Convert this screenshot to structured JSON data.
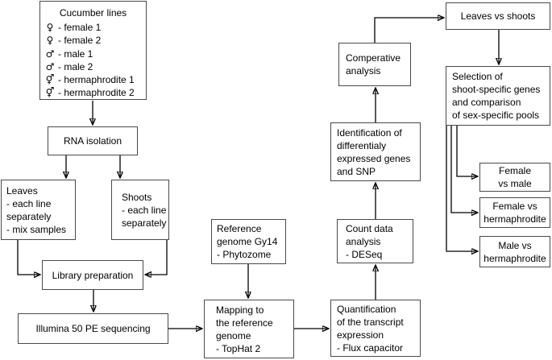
{
  "diagram": {
    "title": "Cucumber RNA-seq workflow flowchart",
    "colors": {
      "background": "#ffffff",
      "box_border": "#4a4a4a",
      "line": "#000000",
      "text": "#000000"
    },
    "nodes": {
      "cucumber_lines": {
        "title": "Cucumber lines",
        "items": [
          {
            "symbol": "♀",
            "icon": "female-icon",
            "label": "- female 1"
          },
          {
            "symbol": "♀",
            "icon": "female-icon",
            "label": "- female 2"
          },
          {
            "symbol": "♂",
            "icon": "male-icon",
            "label": "- male 1"
          },
          {
            "symbol": "♂",
            "icon": "male-icon",
            "label": "- male 2"
          },
          {
            "symbol": "⚥",
            "icon": "hermaphrodite-icon",
            "label": "- hermaphrodite 1"
          },
          {
            "symbol": "⚥",
            "icon": "hermaphrodite-icon",
            "label": "- hermaphrodite 2"
          }
        ]
      },
      "rna_isolation": {
        "label": "RNA isolation"
      },
      "leaves": {
        "label": "Leaves\n- each line\nseparately\n- mix samples"
      },
      "shoots": {
        "label": "Shoots\n- each line\nseparately"
      },
      "library_preparation": {
        "label": "Library preparation"
      },
      "illumina_sequencing": {
        "label": "Illumina 50 PE sequencing"
      },
      "reference_genome": {
        "label": "Reference\ngenome Gy14\n- Phytozome"
      },
      "mapping": {
        "label": "Mapping to\nthe reference\ngenome\n- TopHat 2"
      },
      "quantification": {
        "label": "Quantification\nof the transcript\nexpression\n- Flux capacitor"
      },
      "count_data_analysis": {
        "label": "Count data\nanalysis\n- DESeq"
      },
      "identification": {
        "label": "Identification of\ndifferentialy\nexpressed genes\nand SNP"
      },
      "comparative_analysis": {
        "label": "Comperative\nanalysis"
      },
      "leaves_vs_shoots": {
        "label": "Leaves vs shoots"
      },
      "selection": {
        "label": "Selection of\nshoot-specific genes\nand comparison\nof sex-specific pools"
      },
      "female_vs_male": {
        "label": "Female\nvs male"
      },
      "female_vs_hermaphrodite": {
        "label": "Female vs\nhermaphrodite"
      },
      "male_vs_hermaphrodite": {
        "label": "Male vs\nhermaphrodite"
      }
    },
    "connections": [
      {
        "from": "cucumber_lines",
        "to": "rna_isolation"
      },
      {
        "from": "rna_isolation",
        "to": "leaves"
      },
      {
        "from": "rna_isolation",
        "to": "shoots"
      },
      {
        "from": "leaves",
        "to": "library_preparation"
      },
      {
        "from": "shoots",
        "to": "library_preparation"
      },
      {
        "from": "library_preparation",
        "to": "illumina_sequencing"
      },
      {
        "from": "illumina_sequencing",
        "to": "mapping"
      },
      {
        "from": "reference_genome",
        "to": "mapping"
      },
      {
        "from": "mapping",
        "to": "quantification"
      },
      {
        "from": "quantification",
        "to": "count_data_analysis"
      },
      {
        "from": "count_data_analysis",
        "to": "identification"
      },
      {
        "from": "identification",
        "to": "comparative_analysis"
      },
      {
        "from": "comparative_analysis",
        "to": "leaves_vs_shoots"
      },
      {
        "from": "leaves_vs_shoots",
        "to": "selection"
      },
      {
        "from": "selection",
        "to": "female_vs_male"
      },
      {
        "from": "selection",
        "to": "female_vs_hermaphrodite"
      },
      {
        "from": "selection",
        "to": "male_vs_hermaphrodite"
      }
    ]
  }
}
